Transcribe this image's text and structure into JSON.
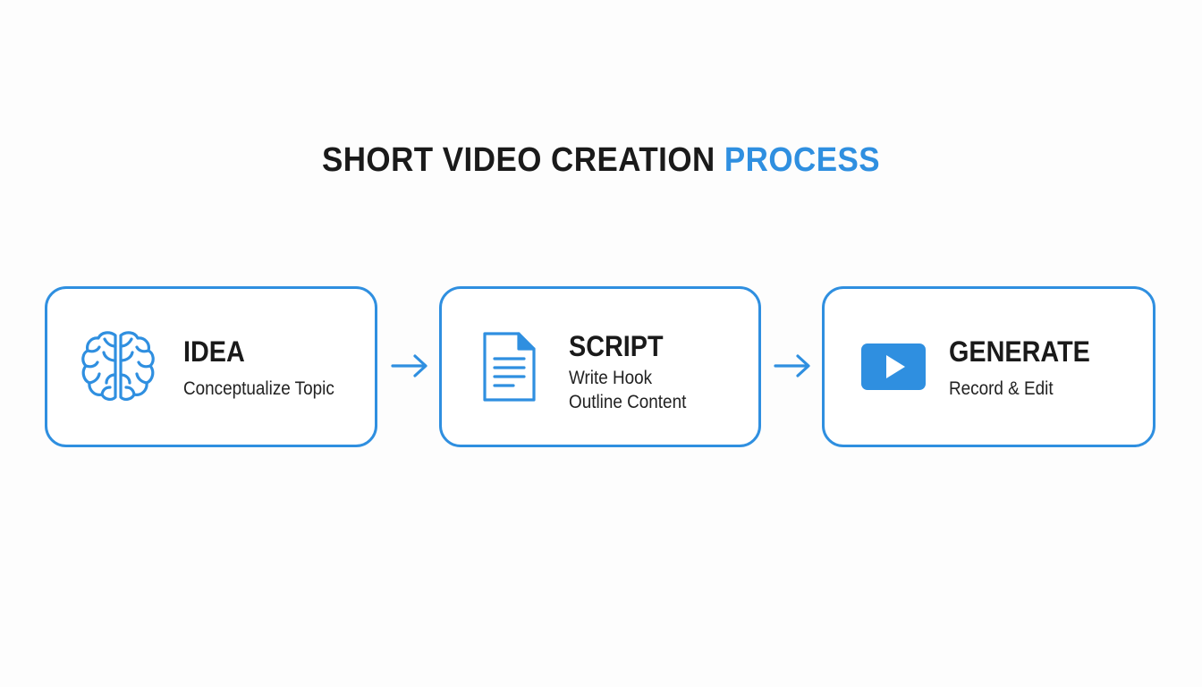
{
  "title": {
    "main": "SHORT VIDEO CREATION ",
    "accent": "PROCESS"
  },
  "colors": {
    "accent": "#2f8fe0",
    "text": "#1a1a1a",
    "background": "#fdfdfd"
  },
  "steps": [
    {
      "icon": "brain-icon",
      "title": "IDEA",
      "lines": [
        "Conceptualize Topic"
      ]
    },
    {
      "icon": "document-icon",
      "title": "SCRIPT",
      "lines": [
        "Write Hook",
        "Outline Content"
      ]
    },
    {
      "icon": "video-play-icon",
      "title": "GENERATE",
      "lines": [
        "Record & Edit"
      ]
    }
  ]
}
